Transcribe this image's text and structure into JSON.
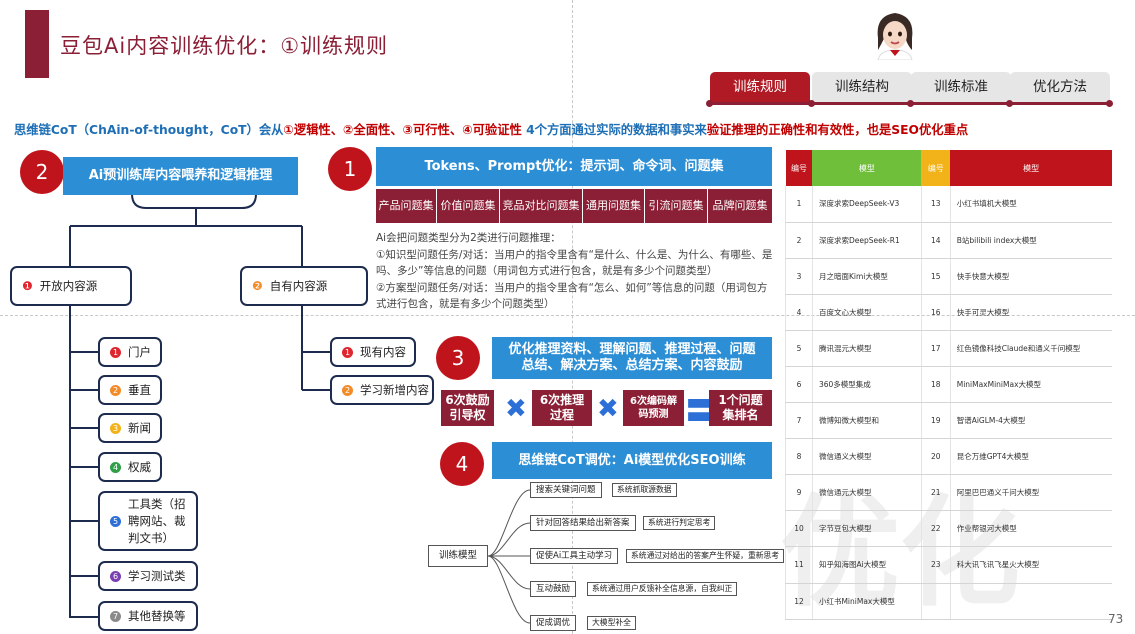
{
  "header": {
    "title": "豆包Ai内容训练优化：①训练规则"
  },
  "tabs": [
    {
      "label": "训练规则",
      "active": true
    },
    {
      "label": "训练结构",
      "active": false
    },
    {
      "label": "训练标准",
      "active": false
    },
    {
      "label": "优化方法",
      "active": false
    }
  ],
  "subtitle": {
    "p1": "思维链CoT（ChAin-of-thought，CoT）会从",
    "p2": "①逻辑性、②全面性、③可行性、④可验证性",
    "p3": " 4个方面通过实际的数据和事实来",
    "p4": "验证推理的",
    "p5": "正确性和有效性，也是SEO优化重点"
  },
  "section2": {
    "badge": "2",
    "title": "Ai预训练库内容喂养和逻辑推理",
    "open": {
      "num": "❶",
      "label": "开放内容源"
    },
    "own": {
      "num": "❷",
      "label": "自有内容源"
    },
    "open_items": [
      {
        "num": "1",
        "label": "门户"
      },
      {
        "num": "2",
        "label": "垂直"
      },
      {
        "num": "3",
        "label": "新闻"
      },
      {
        "num": "4",
        "label": "权威"
      },
      {
        "num": "5",
        "label": "工具类（招聘网站、裁判文书）"
      },
      {
        "num": "6",
        "label": "学习测试类"
      },
      {
        "num": "7",
        "label": "其他替换等"
      }
    ],
    "own_items": [
      {
        "num": "1",
        "label": "现有内容"
      },
      {
        "num": "2",
        "label": "学习新增内容"
      }
    ]
  },
  "section1": {
    "badge": "1",
    "title": "Tokens、Prompt优化：提示词、命令词、问题集",
    "question_types": [
      "产品问题集",
      "价值问题集",
      "竞品对比问题集",
      "通用问题集",
      "引流问题集",
      "品牌问题集"
    ],
    "desc": [
      "Ai会把问题类型分为2类进行问题推理：",
      "①知识型问题任务/对话：当用户的指令里含有“是什么、什么是、为什么、有哪些、是吗、多少”等信息的问题（用词包方式进行包含，就是有多少个问题类型）",
      "②方案型问题任务/对话：当用户的指令里含有“怎么、如何”等信息的问题（用词包方式进行包含，就是有多少个问题类型）"
    ]
  },
  "section3": {
    "badge": "3",
    "title": "优化推理资料、理解问题、推理过程、问题总结、解决方案、总结方案、内容鼓励",
    "formula": [
      {
        "label": "6次鼓励引导权"
      },
      {
        "op": "✖"
      },
      {
        "label": "6次推理过程"
      },
      {
        "op": "✖"
      },
      {
        "label": "6次编码解码预测"
      },
      {
        "op": "〓"
      },
      {
        "label": "1个问题集排名"
      }
    ]
  },
  "section4": {
    "badge": "4",
    "title": "思维链CoT调优：Ai模型优化SEO训练",
    "root": "训练模型",
    "branches": [
      {
        "node": "搜索关键词问题",
        "leaf": "系统抓取源数据"
      },
      {
        "node": "针对回答结果给出新答案",
        "leaf": "系统进行判定思考"
      },
      {
        "node": "促使Ai工具主动学习",
        "leaf": "系统通过对给出的答案产生怀疑，重新思考"
      },
      {
        "node": "互动鼓励",
        "leaf": "系统通过用户反馈补全信息源，自我纠正"
      },
      {
        "node": "促成调优",
        "leaf": "大模型补全"
      }
    ]
  },
  "table": {
    "headers": [
      "编号",
      "模型",
      "编号",
      "模型"
    ],
    "header_colors": [
      "#c0141c",
      "#6fbf3b",
      "#f2b21a",
      "#c0141c"
    ],
    "rows": [
      [
        "1",
        "深度求索DeepSeek-V3",
        "13",
        "小红书填机大模型"
      ],
      [
        "2",
        "深度求索DeepSeek-R1",
        "14",
        "B站bilibili index大模型"
      ],
      [
        "3",
        "月之暗面Kimi大模型",
        "15",
        "快手快意大模型"
      ],
      [
        "4",
        "百度文心大模型",
        "16",
        "快手可灵大模型"
      ],
      [
        "5",
        "腾讯混元大模型",
        "17",
        "红色镜像科技Claude和通义千问模型"
      ],
      [
        "6",
        "360多模型集成",
        "18",
        "MiniMaxMiniMax大模型"
      ],
      [
        "7",
        "微博知微大模型和",
        "19",
        "智谱AiGLM-4大模型"
      ],
      [
        "8",
        "微信通义大模型",
        "20",
        "昆仑万维GPT4大模型"
      ],
      [
        "9",
        "微信通元大模型",
        "21",
        "阿里巴巴通义千问大模型"
      ],
      [
        "10",
        "字节豆包大模型",
        "22",
        "作业帮银河大模型"
      ],
      [
        "11",
        "知乎知海图Ai大模型",
        "23",
        "科大讯飞讯飞星火大模型"
      ],
      [
        "12",
        "小红书MiniMax大模型",
        "",
        ""
      ]
    ]
  },
  "watermark": "优化",
  "page_number": "73"
}
